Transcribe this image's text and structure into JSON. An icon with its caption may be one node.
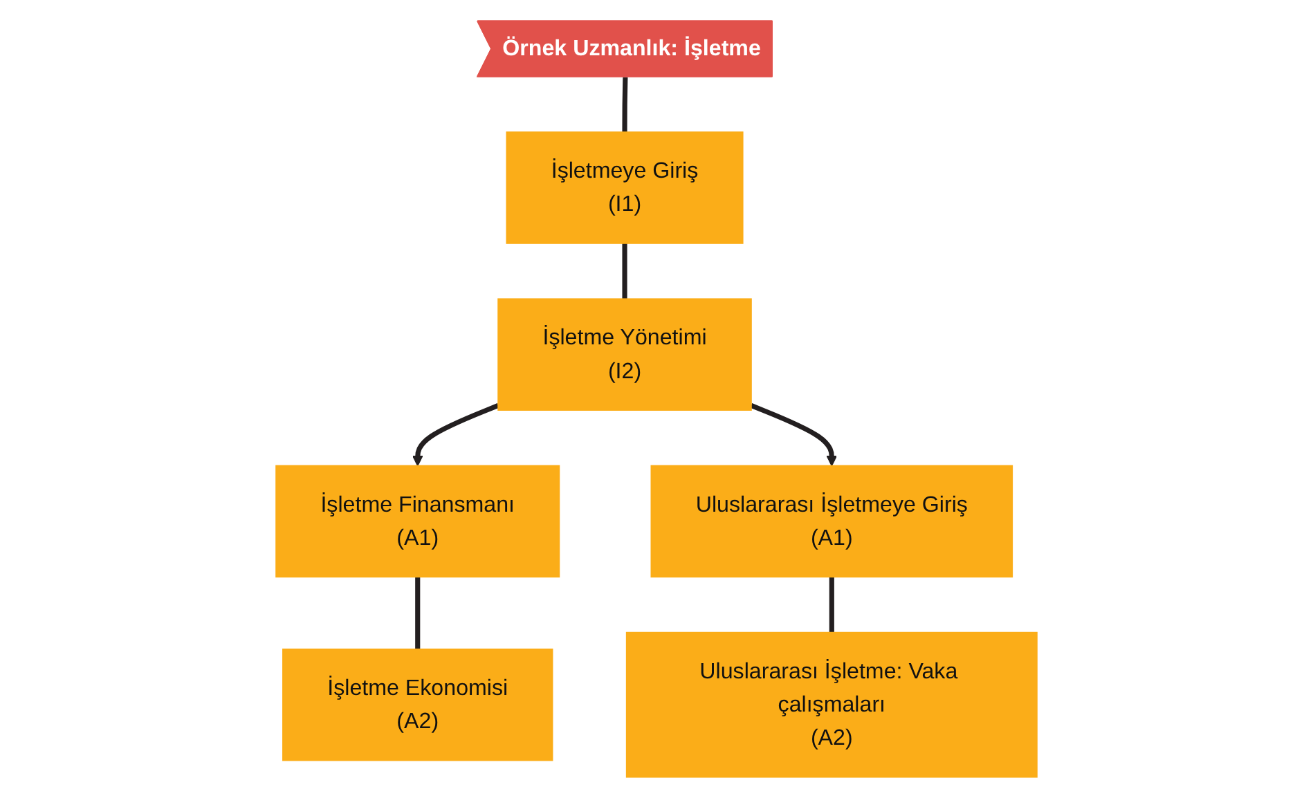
{
  "diagram": {
    "nodes": [
      {
        "text": [
          "Örnek Uzmanlık: İşletme"
        ]
      },
      {
        "text": [
          "İşletmeye Giriş",
          "(I1)"
        ]
      },
      {
        "text": [
          "İşletme Yönetimi",
          "(I2)"
        ]
      },
      {
        "text": [
          "İşletme Finansmanı",
          "(A1)"
        ]
      },
      {
        "text": [
          "Uluslararası İşletmeye Giriş",
          "(A1)"
        ]
      },
      {
        "text": [
          "İşletme Ekonomisi",
          "(A2)"
        ]
      },
      {
        "text": [
          "Uluslararası İşletme: Vaka çalışmaları",
          "(A2)"
        ]
      }
    ],
    "edges": [
      {
        "from": 0,
        "to": 1,
        "arrow": "none"
      },
      {
        "from": 1,
        "to": 2,
        "arrow": "none"
      },
      {
        "from": 2,
        "to": 3,
        "arrow": "to"
      },
      {
        "from": 2,
        "to": 4,
        "arrow": "to"
      },
      {
        "from": 3,
        "to": 5,
        "arrow": "none"
      },
      {
        "from": 4,
        "to": 6,
        "arrow": "none"
      }
    ]
  }
}
